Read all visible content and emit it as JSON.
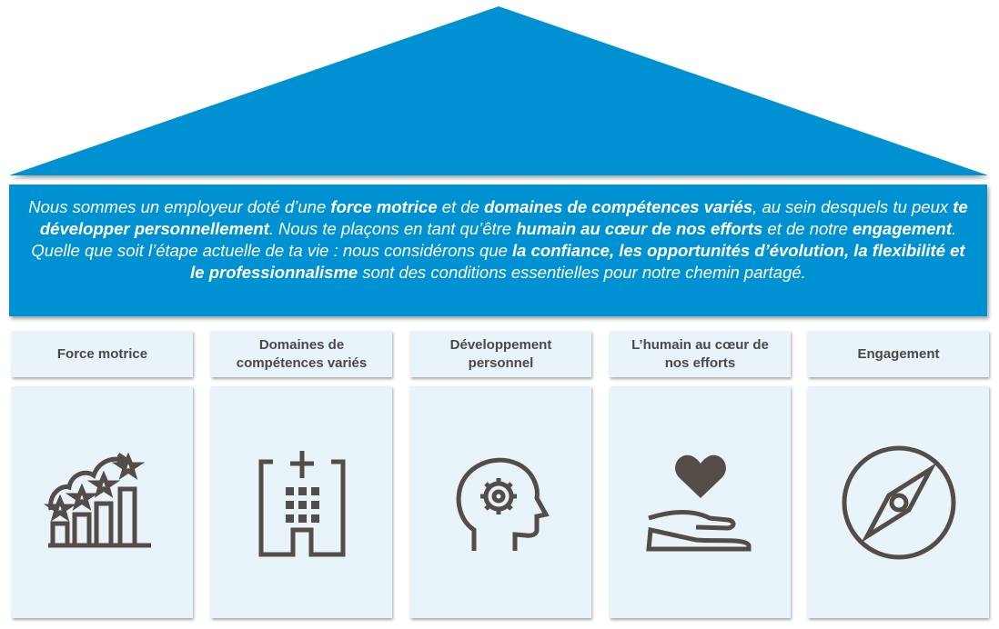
{
  "colors": {
    "primary": "#0091d3",
    "card": "#e8f3fa",
    "icon": "#544c46"
  },
  "mission": [
    {
      "t": "Nous sommes un employeur doté d’une ",
      "b": false
    },
    {
      "t": "force motrice",
      "b": true
    },
    {
      "t": " et de ",
      "b": false
    },
    {
      "t": "domaines de compétences variés",
      "b": true
    },
    {
      "t": ", au sein desquels tu peux ",
      "b": false
    },
    {
      "t": "te développer personnellement",
      "b": true
    },
    {
      "t": ". Nous te plaçons en tant qu’être ",
      "b": false
    },
    {
      "t": "humain au cœur de nos efforts",
      "b": true
    },
    {
      "t": " et de notre ",
      "b": false
    },
    {
      "t": "engagement",
      "b": true
    },
    {
      "t": ". Quelle que soit l’étape actuelle de ta vie : nous considérons que ",
      "b": false
    },
    {
      "t": "la confiance, les opportunités d’évolution, la flexibilité et le professionnalisme",
      "b": true
    },
    {
      "t": " sont des conditions essentielles pour notre chemin partagé.",
      "b": false
    }
  ],
  "pillars": [
    {
      "label": "Force motrice",
      "icon": "growth-chart-stars-icon"
    },
    {
      "label": "Domaines de compétences variés",
      "icon": "building-icon"
    },
    {
      "label": "Développement personnel",
      "icon": "head-gear-icon"
    },
    {
      "label": "L’humain au cœur de nos efforts",
      "icon": "heart-hand-icon"
    },
    {
      "label": "Engagement",
      "icon": "compass-icon"
    }
  ]
}
